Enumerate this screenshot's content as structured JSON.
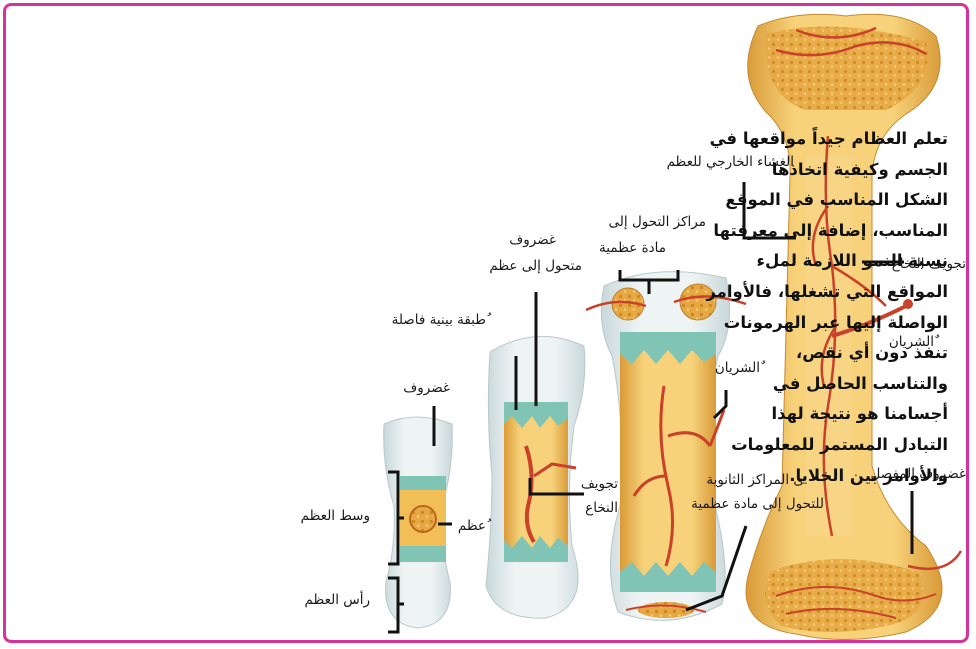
{
  "paragraph": [
    "تعلم العظام جيداً مواقعها في",
    "الجسم وكيفية اتخاذها",
    "الشكل المناسب في الموقع",
    "المناسب، إضافة إلى معرفتها",
    "نسبة النمو اللازمة لملء",
    "المواقع التي تشغلها، فالأوامر",
    "الواصلة إليها عبر الهرمونات",
    "تنفذ دون أي نقص،",
    "والتناسب الحاصل في",
    "أجسامنا هو نتيجة لهذا",
    "التبادل المستمر للمعلومات",
    "والأوامر بين الخلايا."
  ],
  "labels": {
    "periosteum": "الغشاء الخارجي للعظم",
    "marrow_cavity_right": "تجويف النخاع",
    "artery_right": "ٌالشريان",
    "articular_cartilage": "غضروف المفصل",
    "ossification_centers_1": "مراكز التحول إلى",
    "ossification_centers_2": "مادة عظمية",
    "artery_mid": "ٌالشريان",
    "secondary_centers_1": "ى المراكز الثانوية",
    "secondary_centers_2": "للتحول إلى مادة عظمية",
    "cartilage_to_bone_1": "غضروف",
    "cartilage_to_bone_2": "متحول إلى عظم",
    "interstitial_layer": "ُطبقة بينية فاصلة",
    "marrow_cavity_1": "تجويف",
    "marrow_cavity_2": "النخاع",
    "cartilage": "غضروف",
    "bone_shaft": "وسط العظم",
    "bone": "ُعظم",
    "bone_head": "رأس العظم"
  },
  "colors": {
    "frame": "#d6339a",
    "cartilage": "#dfe9ea",
    "bone": "#f1bf55",
    "artery": "#c9412a",
    "growth_plate": "#7fc4b4"
  }
}
